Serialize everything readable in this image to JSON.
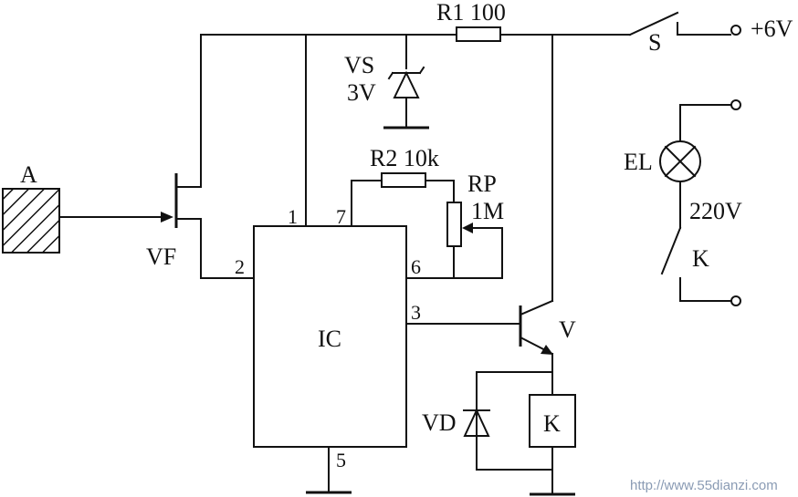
{
  "labels": {
    "r1": "R1 100",
    "switch_s": "S",
    "supply": "+6V",
    "vs_name": "VS",
    "vs_value": "3V",
    "sensor": "A",
    "vf": "VF",
    "r2": "R2 10k",
    "rp_name": "RP",
    "rp_value": "1M",
    "ic": "IC",
    "pin1": "1",
    "pin7": "7",
    "pin2": "2",
    "pin6": "6",
    "pin3": "3",
    "pin5": "5",
    "transistor": "V",
    "diode": "VD",
    "relay": "K",
    "lamp": "EL",
    "mains": "220V",
    "contact": "K"
  },
  "watermark": "http://www.55dianzi.com",
  "colors": {
    "line": "#111111",
    "watermark": "#8a9bb4"
  }
}
